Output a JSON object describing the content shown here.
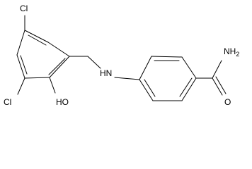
{
  "molecule": {
    "labels": {
      "cl_top": "Cl",
      "cl_bottom": "Cl",
      "hydroxyl": "HO",
      "amine_nh": "HN",
      "amide_nh2": "NH",
      "amide_nh2_subscript": "2",
      "carbonyl_o": "O"
    }
  }
}
